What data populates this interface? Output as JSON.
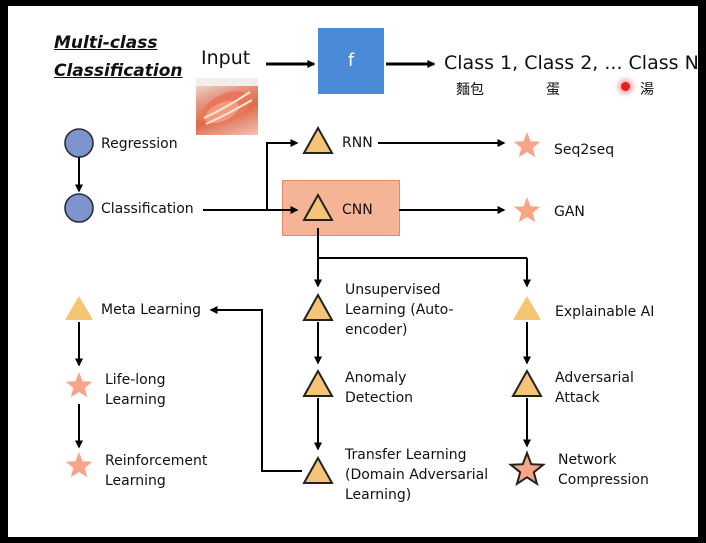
{
  "title": {
    "line1": "Multi-class",
    "line2": "Classification"
  },
  "input_label": "Input",
  "function_label": "f",
  "classes_label": "Class 1, Class 2, ... Class N",
  "class_examples": [
    "麵包",
    "蛋",
    "湯"
  ],
  "nodes": {
    "regression": "Regression",
    "classification": "Classification",
    "rnn": "RNN",
    "cnn": "CNN",
    "seq2seq": "Seq2seq",
    "gan": "GAN",
    "unsupervised": "Unsupervised Learning (Auto-encoder)",
    "anomaly": "Anomaly Detection",
    "transfer": "Transfer Learning (Domain Adversarial Learning)",
    "explainable": "Explainable AI",
    "adversarial": "Adversarial Attack",
    "compression": "Network Compression",
    "meta": "Meta Learning",
    "lifelong": "Life-long Learning",
    "reinforcement": "Reinforcement Learning"
  },
  "colors": {
    "circle_fill": "#7e94cf",
    "triangle_fill": "#f5c477",
    "star_fill": "#f7a585",
    "function_box": "#4a8ad6",
    "cnn_box": "#f6b496"
  },
  "icons": {
    "circle": "circle-icon",
    "triangle": "triangle-icon",
    "star": "star-icon"
  }
}
